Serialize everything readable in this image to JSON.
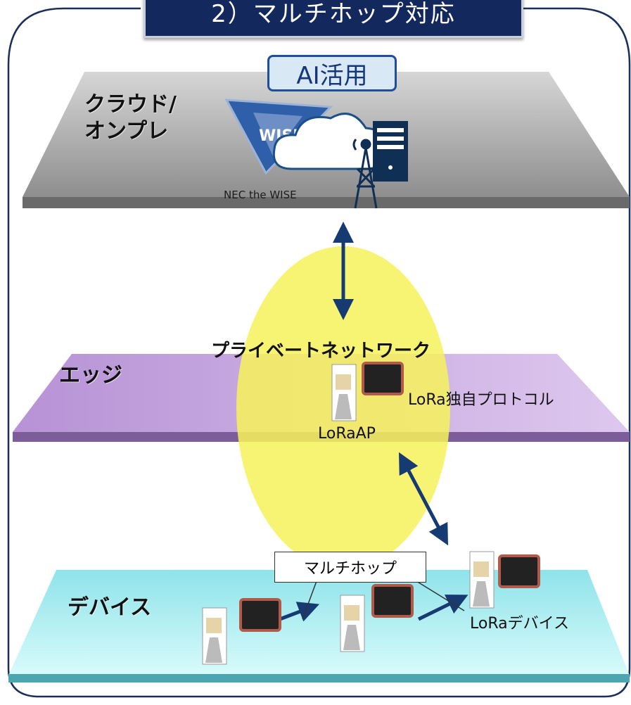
{
  "title": "2）マルチホップ対応",
  "ai_label": "AI活用",
  "layers": {
    "cloud": "クラウド/\nオンプレ",
    "edge": "エッジ",
    "device": "デバイス"
  },
  "logo_text": "NEC the WISE",
  "private_network": "プライベートネットワーク",
  "lora_protocol": "LoRa独自プロトコル",
  "lora_ap": "LoRaAP",
  "multihop": "マルチホップ",
  "lora_device": "LoRaデバイス",
  "colors": {
    "title_bg": "#13285c",
    "cloud_plane": "#a8a8a8",
    "edge_plane": "#c6a8de",
    "device_plane": "#aeecf0",
    "ellipse": "#f7f25a",
    "arrow": "#163a72"
  }
}
